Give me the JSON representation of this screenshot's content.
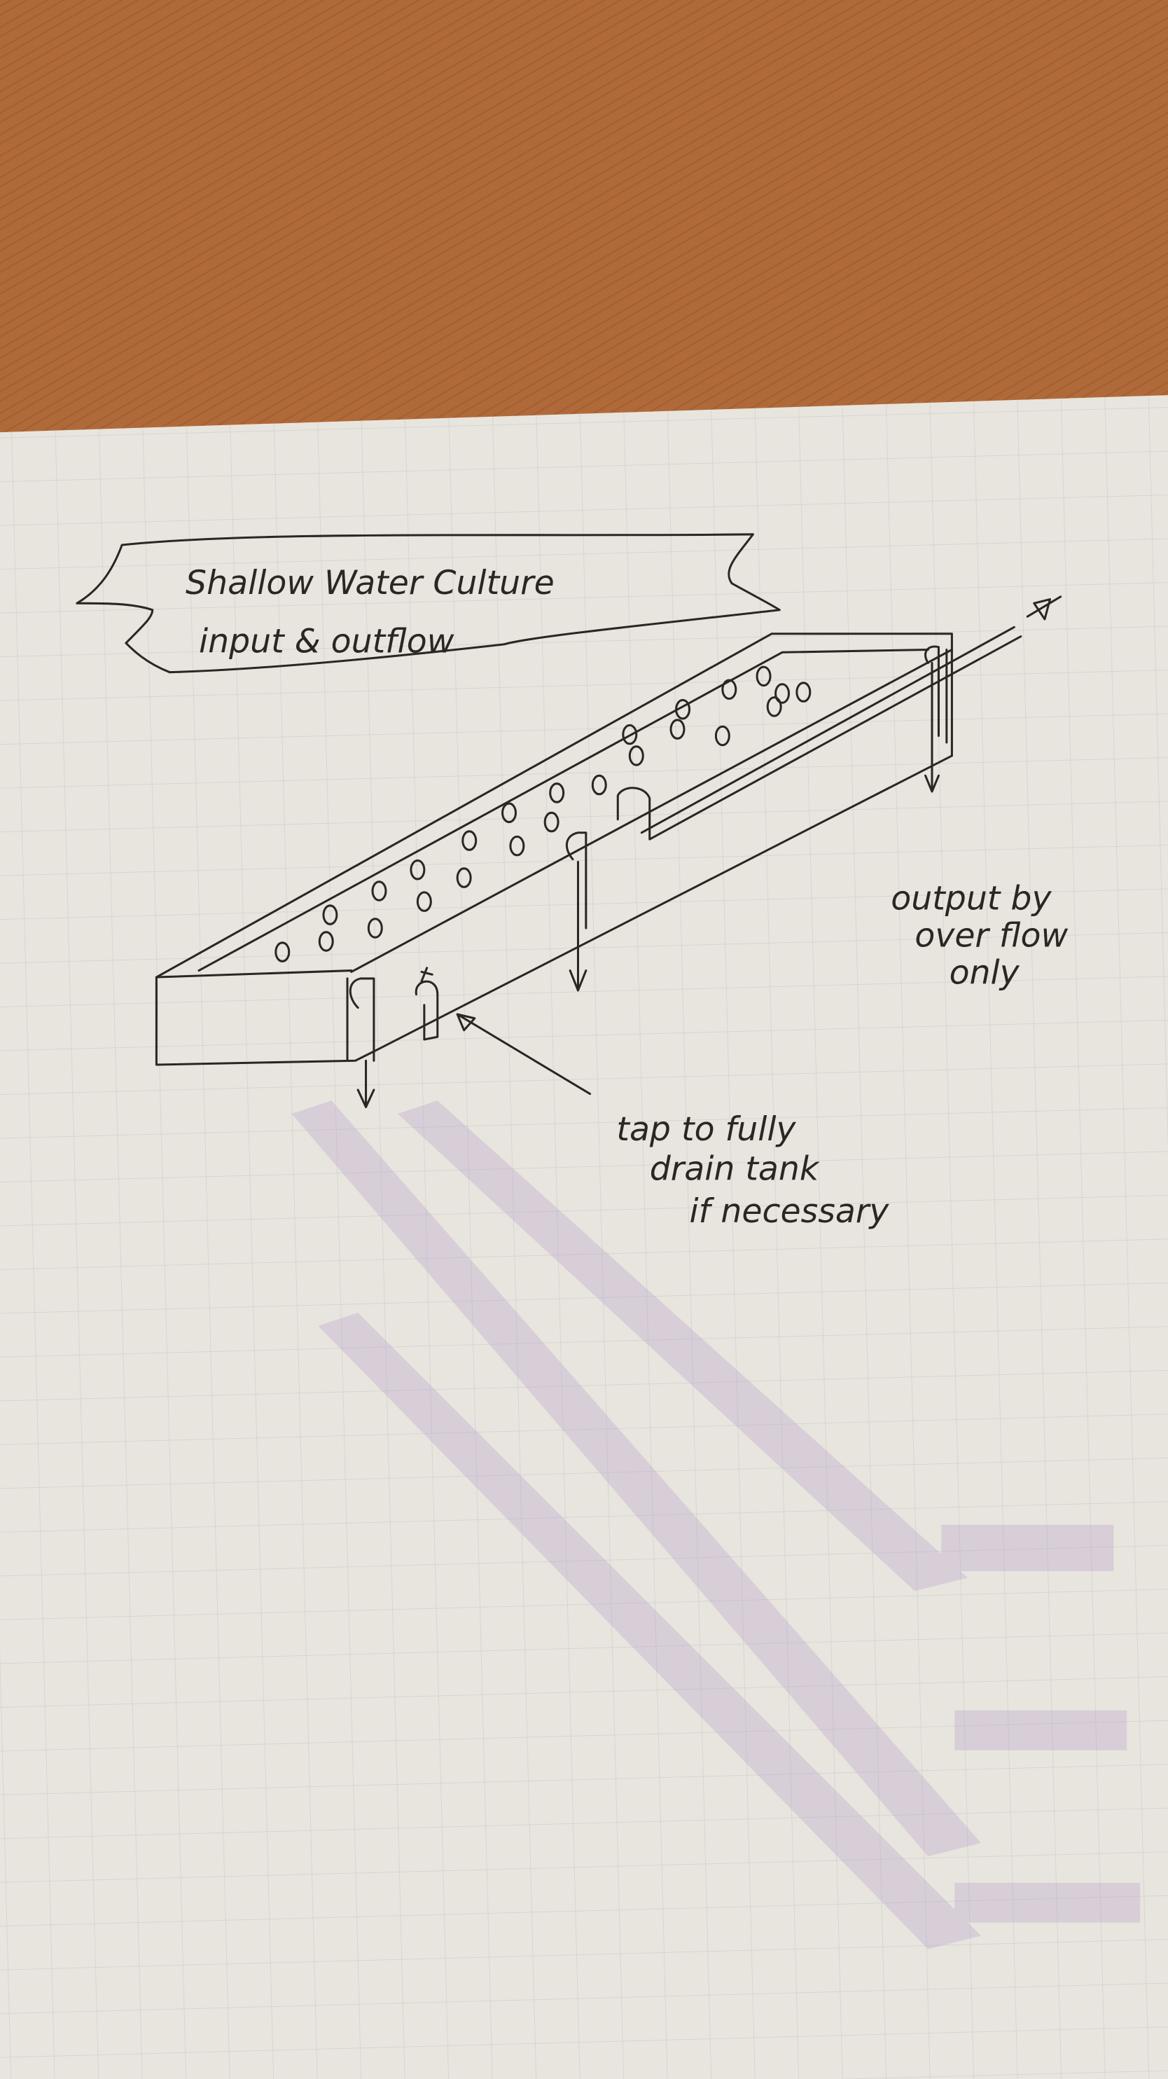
{
  "banner": {
    "line1": "Shallow Water Culture",
    "line2": "input & outflow"
  },
  "annotations": {
    "overflow": [
      "output by",
      "over flow",
      "only"
    ],
    "tap": [
      "tap to fully",
      "drain tank",
      "if necessary"
    ]
  },
  "colors": {
    "wood": "#b06a3a",
    "paper": "#e8e5de",
    "grid": "#cfd0cf",
    "ink": "#2a2622",
    "smudge": "#b9a4cf"
  }
}
